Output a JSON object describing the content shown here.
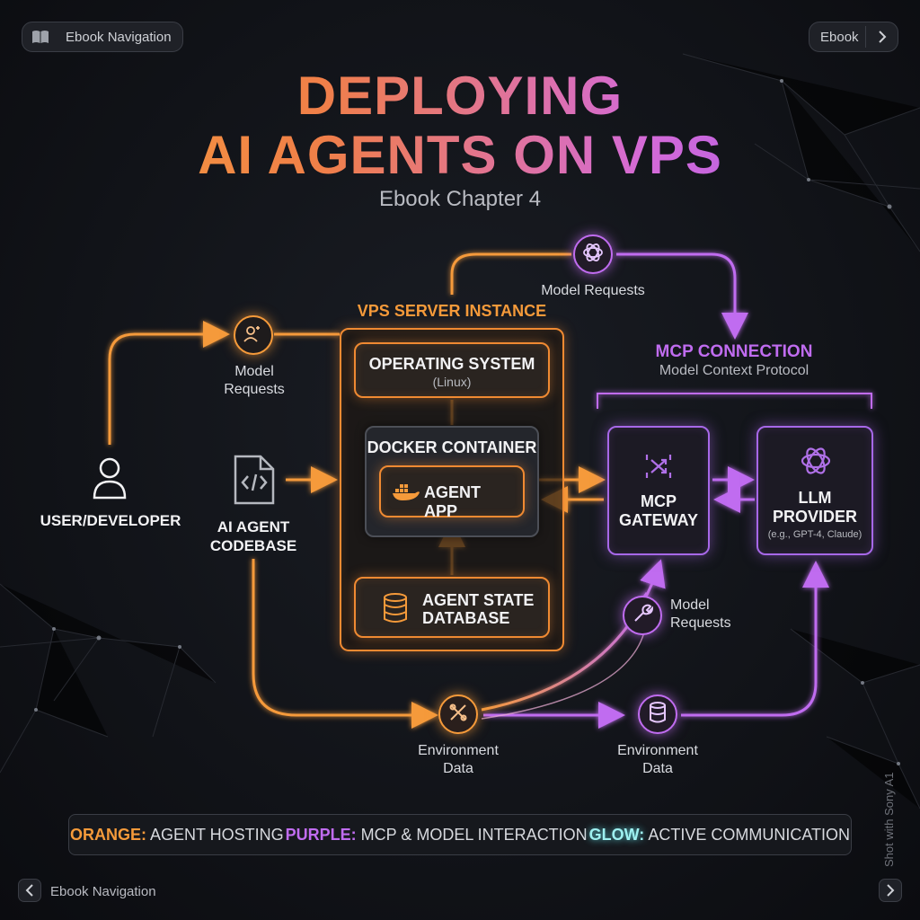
{
  "nav": {
    "top_left_label": "Ebook Navigation",
    "top_right_label": "Ebook",
    "bottom_left_label": "Ebook Navigation"
  },
  "title": {
    "line1": "DEPLOYING",
    "line2": "AI AGENTS ON VPS",
    "subtitle": "Ebook Chapter 4"
  },
  "vps": {
    "heading": "VPS SERVER INSTANCE",
    "os_title": "OPERATING SYSTEM",
    "os_sub": "(Linux)",
    "docker_title": "DOCKER CONTAINER",
    "agent_app": "AGENT APP",
    "db_line1": "AGENT STATE",
    "db_line2": "DATABASE"
  },
  "mcp": {
    "heading": "MCP CONNECTION",
    "subheading": "Model Context Protocol",
    "gateway_line1": "MCP",
    "gateway_line2": "GATEWAY",
    "llm_line1": "LLM",
    "llm_line2": "PROVIDER",
    "llm_note": "(e.g., GPT-4, Claude)"
  },
  "nodes": {
    "user": "USER/DEVELOPER",
    "codebase_line1": "AI AGENT",
    "codebase_line2": "CODEBASE",
    "model_req_top": "Model Requests",
    "model_req_left_1": "Model",
    "model_req_left_2": "Requests",
    "model_req_right_1": "Model",
    "model_req_right_2": "Requests",
    "env_left_1": "Environment",
    "env_left_2": "Data",
    "env_right_1": "Environment",
    "env_right_2": "Data"
  },
  "legend": {
    "orange_key": "ORANGE:",
    "orange_text": "AGENT HOSTING",
    "purple_key": "PURPLE:",
    "purple_text": "MCP & MODEL INTERACTION",
    "glow_key": "GLOW:",
    "glow_text": "ACTIVE COMMUNICATION"
  },
  "watermark": "Shot with Sony A1",
  "colors": {
    "orange": "#f08a32",
    "purple": "#a768e8",
    "glow": "#9ef0f0",
    "background": "#111318"
  }
}
